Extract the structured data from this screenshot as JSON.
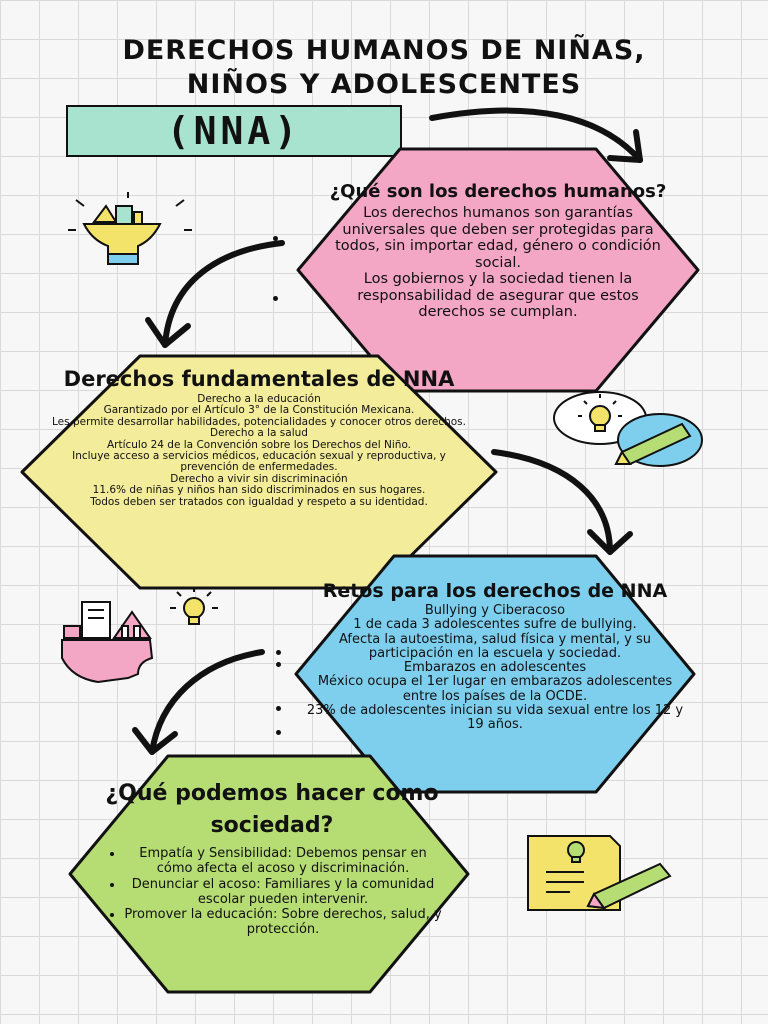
{
  "header": {
    "title_line1": "DERECHOS HUMANOS DE NIÑAS,",
    "title_line2": "NIÑOS Y ADOLESCENTES",
    "subtitle": "(NNA)"
  },
  "section1": {
    "heading": "¿Qué son los derechos humanos?",
    "paragraphs": [
      "Los derechos humanos son garantías universales que deben ser protegidas para todos, sin importar edad, género o condición social.",
      "Los gobiernos y la sociedad tienen la responsabilidad de asegurar que estos derechos se cumplan."
    ],
    "color": "#f4a6c5"
  },
  "section2": {
    "heading": "Derechos fundamentales de NNA",
    "lines": [
      "Derecho a la educación",
      "Garantizado por el Artículo 3° de la Constitución Mexicana.",
      "Les permite desarrollar habilidades, potencialidades y conocer otros derechos.",
      "Derecho a la salud",
      "Artículo 24 de la Convención sobre los Derechos del Niño.",
      "Incluye acceso a servicios médicos, educación sexual y reproductiva, y prevención de enfermedades.",
      "Derecho a vivir sin discriminación",
      "11.6% de niñas y niños han sido discriminados en sus hogares.",
      "Todos deben ser tratados con igualdad y respeto a su identidad."
    ],
    "color": "#f3ec9b"
  },
  "section3": {
    "heading": "Retos para los derechos de NNA",
    "lines": [
      "Bullying y Ciberacoso",
      "1 de cada 3 adolescentes sufre de bullying.",
      "Afecta la autoestima, salud física y mental, y su participación en la escuela y sociedad.",
      "Embarazos en adolescentes",
      "México ocupa el 1er lugar en embarazos adolescentes entre los países de la OCDE.",
      "23% de adolescentes inician su vida sexual entre los 12 y 19 años."
    ],
    "color": "#7ecfee"
  },
  "section4": {
    "heading": "¿Qué podemos hacer como sociedad?",
    "items": [
      "Empatía y Sensibilidad: Debemos pensar en cómo afecta el acoso y discriminación.",
      "Denunciar el acoso: Familiares y la comunidad escolar pueden intervenir.",
      "Promover la educación: Sobre derechos, salud, y protección."
    ],
    "color": "#b6dc74"
  },
  "icons": [
    "lightbulb-head-icon",
    "lightbulb-pencil-icon",
    "books-head-icon",
    "document-pencil-icon"
  ]
}
